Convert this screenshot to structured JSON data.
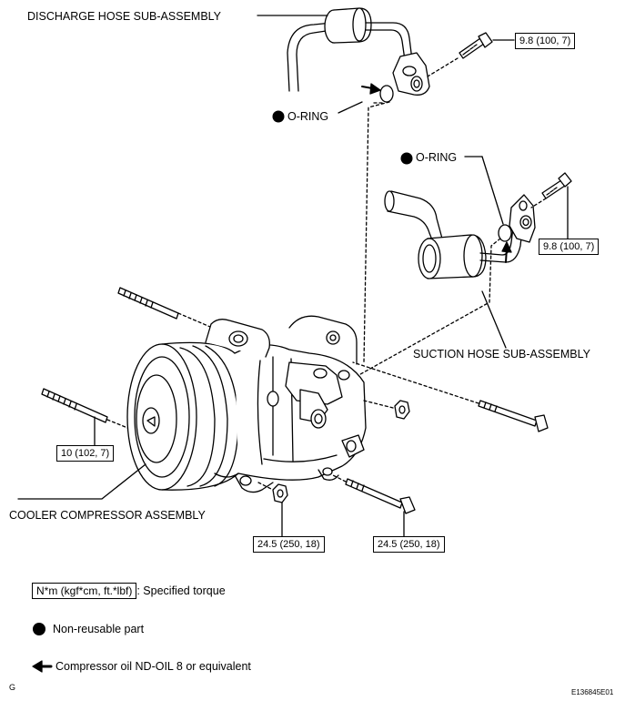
{
  "labels": {
    "discharge_hose": "DISCHARGE HOSE SUB-ASSEMBLY",
    "o_ring_top": "O-RING",
    "o_ring_right": "O-RING",
    "suction_hose": "SUCTION HOSE SUB-ASSEMBLY",
    "compressor": "COOLER COMPRESSOR ASSEMBLY"
  },
  "torques": {
    "discharge_bolt": "9.8 (100, 7)",
    "suction_bolt": "9.8 (100, 7)",
    "stud_bolt": "10 (102, 7)",
    "nut_lower": "24.5 (250, 18)",
    "bolt_lower": "24.5 (250, 18)"
  },
  "legend": {
    "torque_unit_box": "N*m (kgf*cm, ft.*lbf)",
    "torque_desc": ": Specified torque",
    "non_reusable": "Non-reusable part",
    "oil": "Compressor oil ND-OIL 8 or equivalent"
  },
  "footer": {
    "left_code": "G",
    "right_code": "E136845E01"
  },
  "colors": {
    "ink": "#000000",
    "background": "#ffffff"
  }
}
